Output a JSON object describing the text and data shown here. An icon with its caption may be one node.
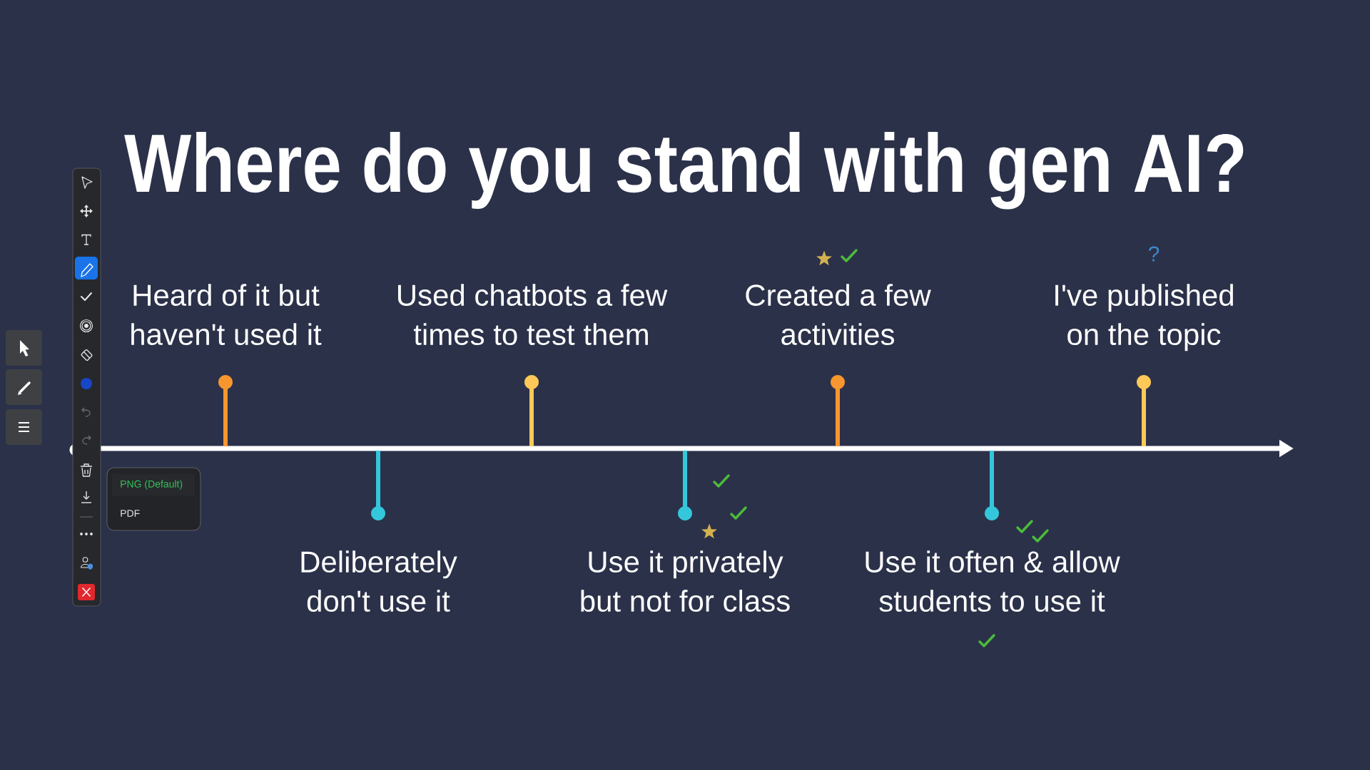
{
  "diagram": {
    "title": "Where do you stand with gen AI?",
    "nodes": [
      {
        "text": [
          "Heard of it but haven't used it"
        ]
      },
      {
        "text": [
          "Deliberately don't use it"
        ]
      },
      {
        "text": [
          "Used chatbots a few times to test them"
        ]
      },
      {
        "text": [
          "Use it privately but not for class"
        ]
      },
      {
        "text": [
          "Created a few activities"
        ]
      },
      {
        "text": [
          "Use it often & allow students to use it"
        ]
      },
      {
        "text": [
          "I've published on the topic"
        ]
      }
    ],
    "labels": [
      "?",
      "PNG (Default)",
      "PDF"
    ]
  }
}
